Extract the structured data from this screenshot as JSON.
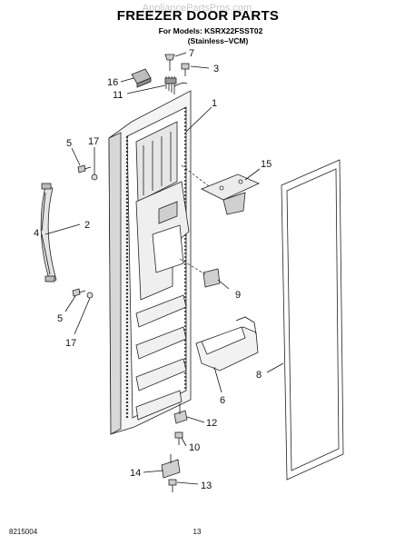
{
  "watermark": "AppliancePartsPros.com",
  "header": {
    "title": "FREEZER DOOR PARTS",
    "model_line": "For Models: KSRX22FSST02",
    "variant_line": "(Stainless–VCM)"
  },
  "callouts": {
    "c1": "1",
    "c2": "2",
    "c3": "3",
    "c4": "4",
    "c5a": "5",
    "c5b": "5",
    "c6": "6",
    "c7": "7",
    "c8": "8",
    "c9": "9",
    "c10": "10",
    "c11": "11",
    "c12": "12",
    "c13": "13",
    "c14": "14",
    "c15": "15",
    "c16": "16",
    "c17a": "17",
    "c17b": "17"
  },
  "footer": {
    "doc_number": "8215004",
    "page_number": "13"
  }
}
